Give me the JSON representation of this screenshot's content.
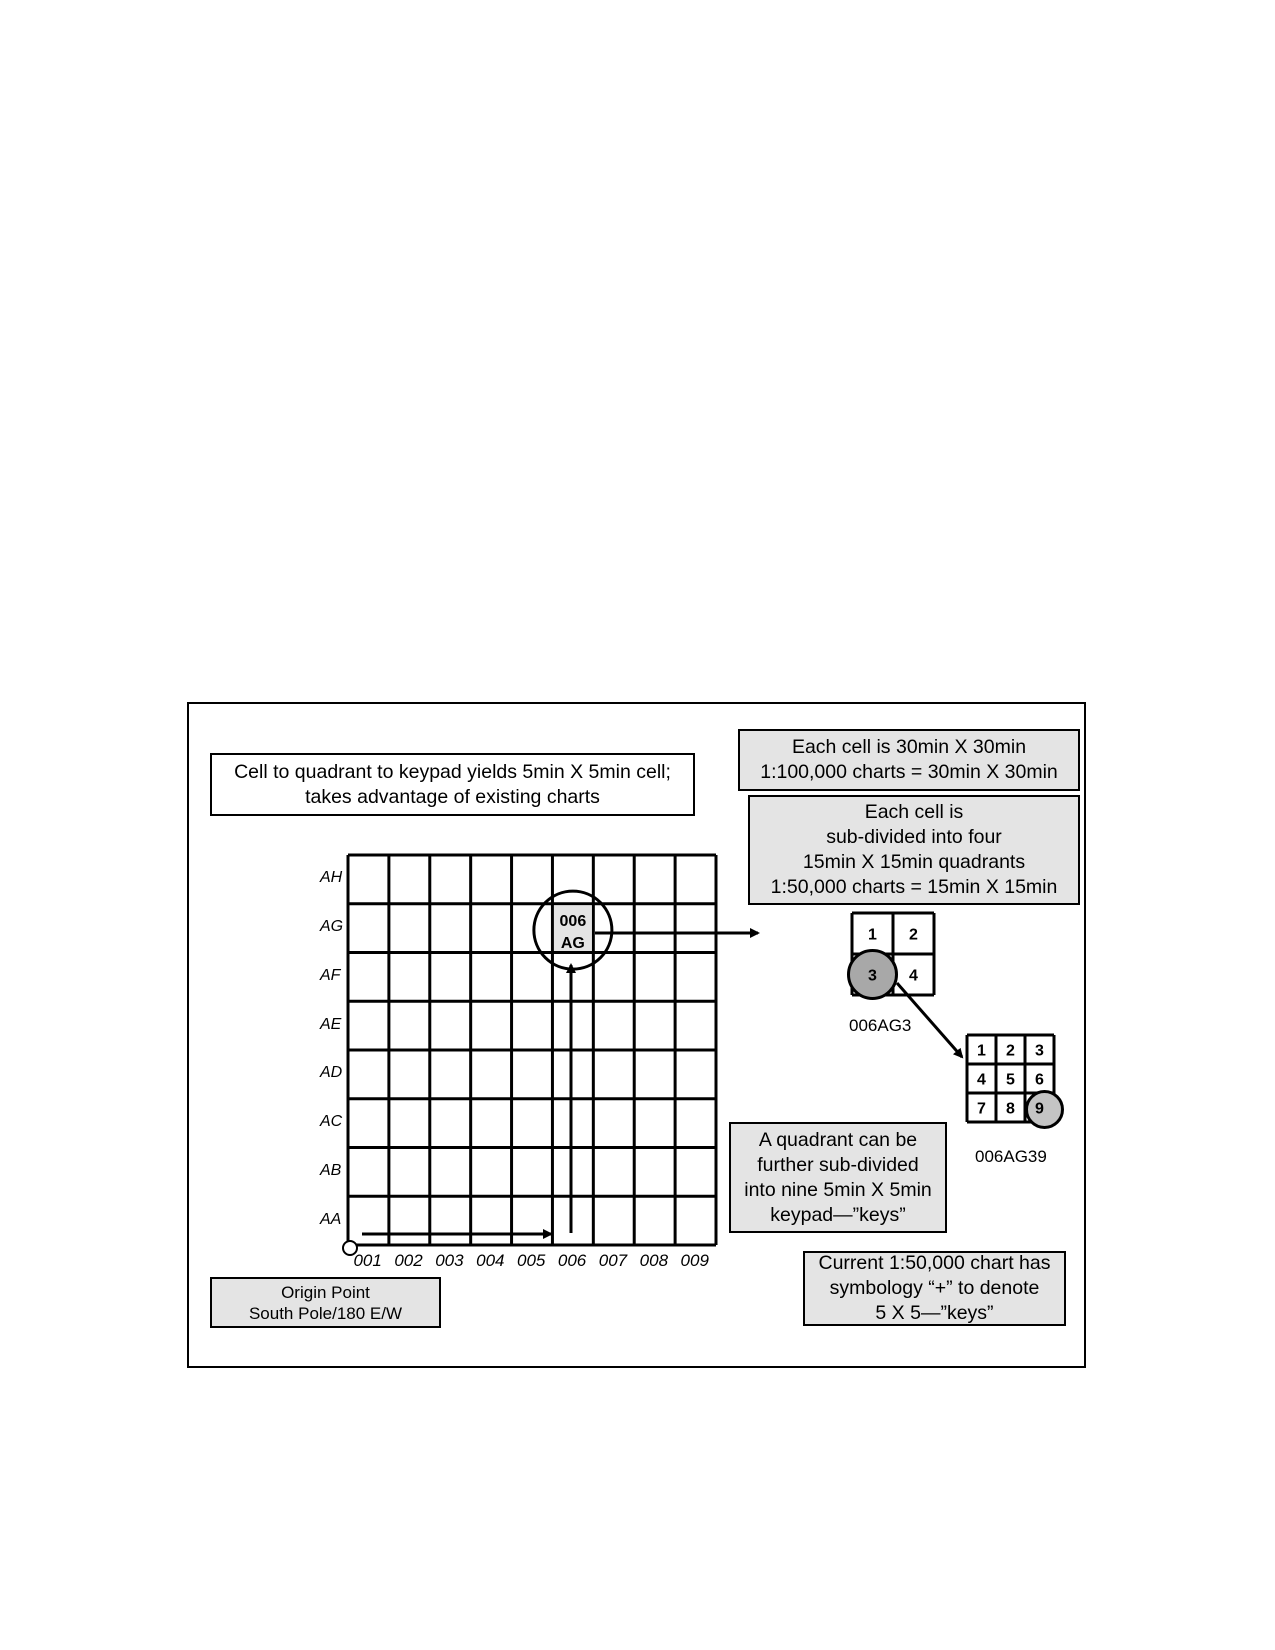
{
  "boxes": {
    "cell_to_quadrant": "Cell to quadrant to keypad yields 5min X 5min cell;\ntakes advantage of existing charts",
    "each_cell": "Each cell is 30min X 30min\n1:100,000 charts = 30min X 30min",
    "subdivided": "Each cell is\nsub-divided into four\n15min X 15min quadrants\n1:50,000 charts = 15min X 15min",
    "quadrant_keypad": "A quadrant can be\nfurther sub-divided\ninto nine 5min X 5min\nkeypad—”keys”",
    "current_chart": "Current 1:50,000 chart has\nsymbology “+” to denote\n5 X 5—”keys”",
    "origin": "Origin Point\nSouth Pole/180 E/W"
  },
  "grid": {
    "row_labels": [
      "AH",
      "AG",
      "AF",
      "AE",
      "AD",
      "AC",
      "AB",
      "AA"
    ],
    "col_labels": [
      "001",
      "002",
      "003",
      "004",
      "005",
      "006",
      "007",
      "008",
      "009"
    ],
    "highlight_col": "006",
    "highlight_row": "AG"
  },
  "quadrants": {
    "labels": [
      "1",
      "2",
      "3",
      "4"
    ],
    "selected": "3",
    "caption": "006AG3"
  },
  "keypad": {
    "labels": [
      "1",
      "2",
      "3",
      "4",
      "5",
      "6",
      "7",
      "8",
      "9"
    ],
    "selected": "9",
    "caption": "006AG39"
  },
  "colors": {
    "box_fill": "#e4e4e4",
    "selected_fill": "#a8a8a8",
    "keypad_selected_fill": "#c4c4c4"
  }
}
